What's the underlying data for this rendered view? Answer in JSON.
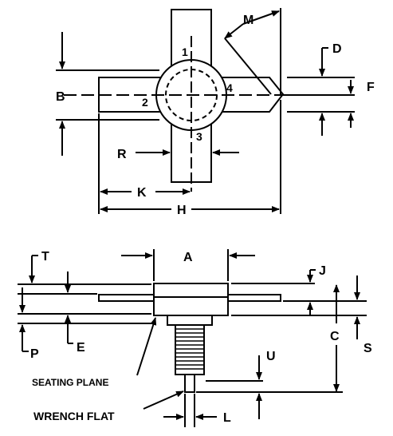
{
  "top_view": {
    "dims": {
      "M": "M",
      "D": "D",
      "B": "B",
      "F": "F",
      "R": "R",
      "K": "K",
      "H": "H"
    },
    "pins": {
      "p1": "1",
      "p2": "2",
      "p3": "3",
      "p4": "4"
    }
  },
  "side_view": {
    "dims": {
      "T": "T",
      "A": "A",
      "J": "J",
      "P": "P",
      "E": "E",
      "C": "C",
      "S": "S",
      "U": "U",
      "L": "L"
    },
    "notes": {
      "seating_plane": "SEATING PLANE",
      "wrench_flat": "WRENCH FLAT"
    }
  }
}
